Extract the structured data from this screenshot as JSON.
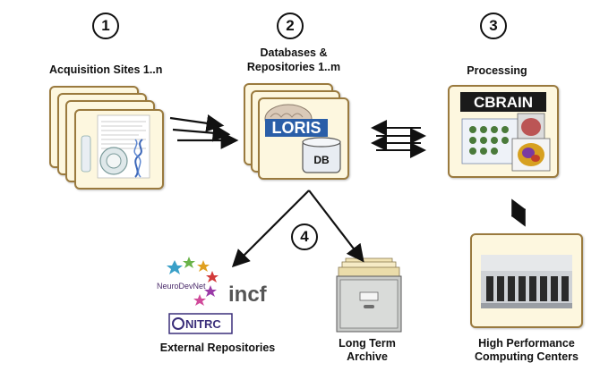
{
  "steps": [
    "1",
    "2",
    "3",
    "4"
  ],
  "sections": {
    "acquisition": {
      "label": "Acquisition Sites 1..n"
    },
    "databases": {
      "label_line1": "Databases &",
      "label_line2": "Repositories 1..m",
      "loris": "LORIS",
      "db": "DB"
    },
    "processing": {
      "label": "Processing",
      "cbrain": "CBRAIN"
    },
    "hpc": {
      "label_line1": "High Performance",
      "label_line2": "Computing Centers"
    },
    "external": {
      "label": "External Repositories",
      "neurodevnet": "NeuroDevNet",
      "incf": "incf",
      "nitrc": "NITRC"
    },
    "archive": {
      "label_line1": "Long Term",
      "label_line2": "Archive"
    }
  },
  "colors": {
    "card_fill": "#fdf7df",
    "card_border": "#9a7a3e",
    "loris_blue": "#2a5ea8",
    "cbrain_black": "#1a1a1a",
    "nitrc_purple": "#3a2e7a"
  }
}
